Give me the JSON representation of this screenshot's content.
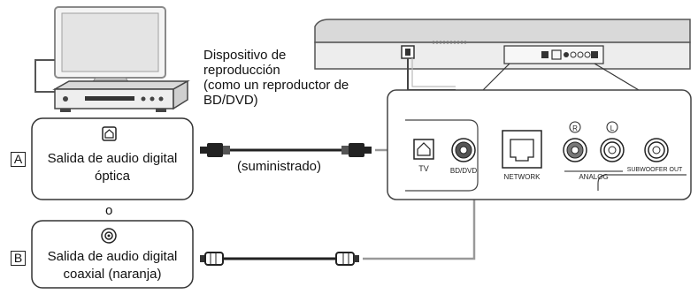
{
  "playback_device": {
    "label_lines": [
      "Dispositivo de",
      "reproducción",
      "(como un reproductor de",
      "BD/DVD)"
    ]
  },
  "option_a": {
    "letter": "A",
    "label_lines": [
      "Salida de audio digital",
      "óptica"
    ]
  },
  "separator": "o",
  "option_b": {
    "letter": "B",
    "label_lines": [
      "Salida de audio digital",
      "coaxial (naranja)"
    ]
  },
  "cable": {
    "label": "(suministrado)"
  },
  "rear_panel": {
    "ports": {
      "tv": "TV",
      "bd_dvd": "BD/DVD",
      "network": "NETWORK",
      "analog": "ANALOG",
      "analog_r": "R",
      "analog_l": "L",
      "subwoofer": "SUBWOOFER OUT"
    }
  }
}
